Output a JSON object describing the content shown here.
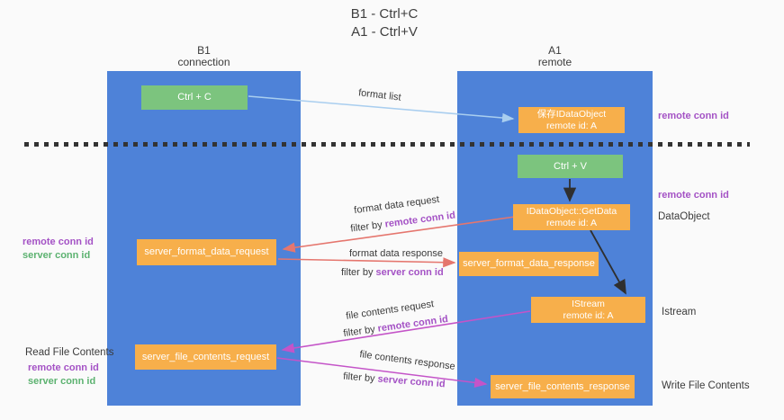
{
  "title": {
    "line1": "B1 - Ctrl+C",
    "line2": "A1 - Ctrl+V"
  },
  "columns": {
    "left": {
      "name": "B1",
      "role": "connection"
    },
    "right": {
      "name": "A1",
      "role": "remote"
    }
  },
  "nodes": {
    "ctrl_c": {
      "label": "Ctrl + C"
    },
    "save_dataobject": {
      "line1": "保存IDataObject",
      "line2": "remote id: A"
    },
    "ctrl_v": {
      "label": "Ctrl + V"
    },
    "getdata": {
      "line1": "IDataObject::GetData",
      "line2": "remote id: A"
    },
    "server_format_data_request": {
      "label": "server_format_data_request"
    },
    "server_format_data_response": {
      "label": "server_format_data_response"
    },
    "istream": {
      "line1": "IStream",
      "line2": "remote id: A"
    },
    "server_file_contents_request": {
      "label": "server_file_contents_request"
    },
    "server_file_contents_response": {
      "label": "server_file_contents_response"
    }
  },
  "edge_labels": {
    "format_list": "format list",
    "format_data_request": "format data request",
    "format_data_request_filter": {
      "prefix": "filter by ",
      "key": "remote conn id"
    },
    "format_data_response": "format data response",
    "format_data_response_filter": {
      "prefix": "filter by ",
      "key": "server conn id"
    },
    "file_contents_request": "file contents request",
    "file_contents_request_filter": {
      "prefix": "filter by ",
      "key": "remote conn id"
    },
    "file_contents_response": "file contents response",
    "file_contents_response_filter": {
      "prefix": "filter by ",
      "key": "server conn id"
    }
  },
  "side_labels": {
    "remote_conn_id_right_top": "remote conn id",
    "remote_conn_id_right_mid": "remote conn id",
    "dataobject": "DataObject",
    "istream": "Istream",
    "write_file_contents": "Write File Contents",
    "remote_conn_id_left_top": "remote conn id",
    "server_conn_id_left_top": "server conn id",
    "read_file_contents": "Read File Contents",
    "remote_conn_id_left_bottom": "remote conn id",
    "server_conn_id_left_bottom": "server conn id"
  },
  "colors": {
    "background": "#fafafa",
    "column_blue": "#4e82d8",
    "node_green": "#7cc47e",
    "node_orange": "#f7af4b",
    "node_text": "#ffffff",
    "text_dark": "#3b3b3b",
    "purple_label": "#a452c5",
    "green_label": "#5cb270",
    "arrow_blue": "#a9ceef",
    "arrow_black": "#2f2f2f",
    "arrow_salmon": "#e5766e",
    "arrow_magenta": "#c454c8",
    "divider_dark": "#333333"
  }
}
